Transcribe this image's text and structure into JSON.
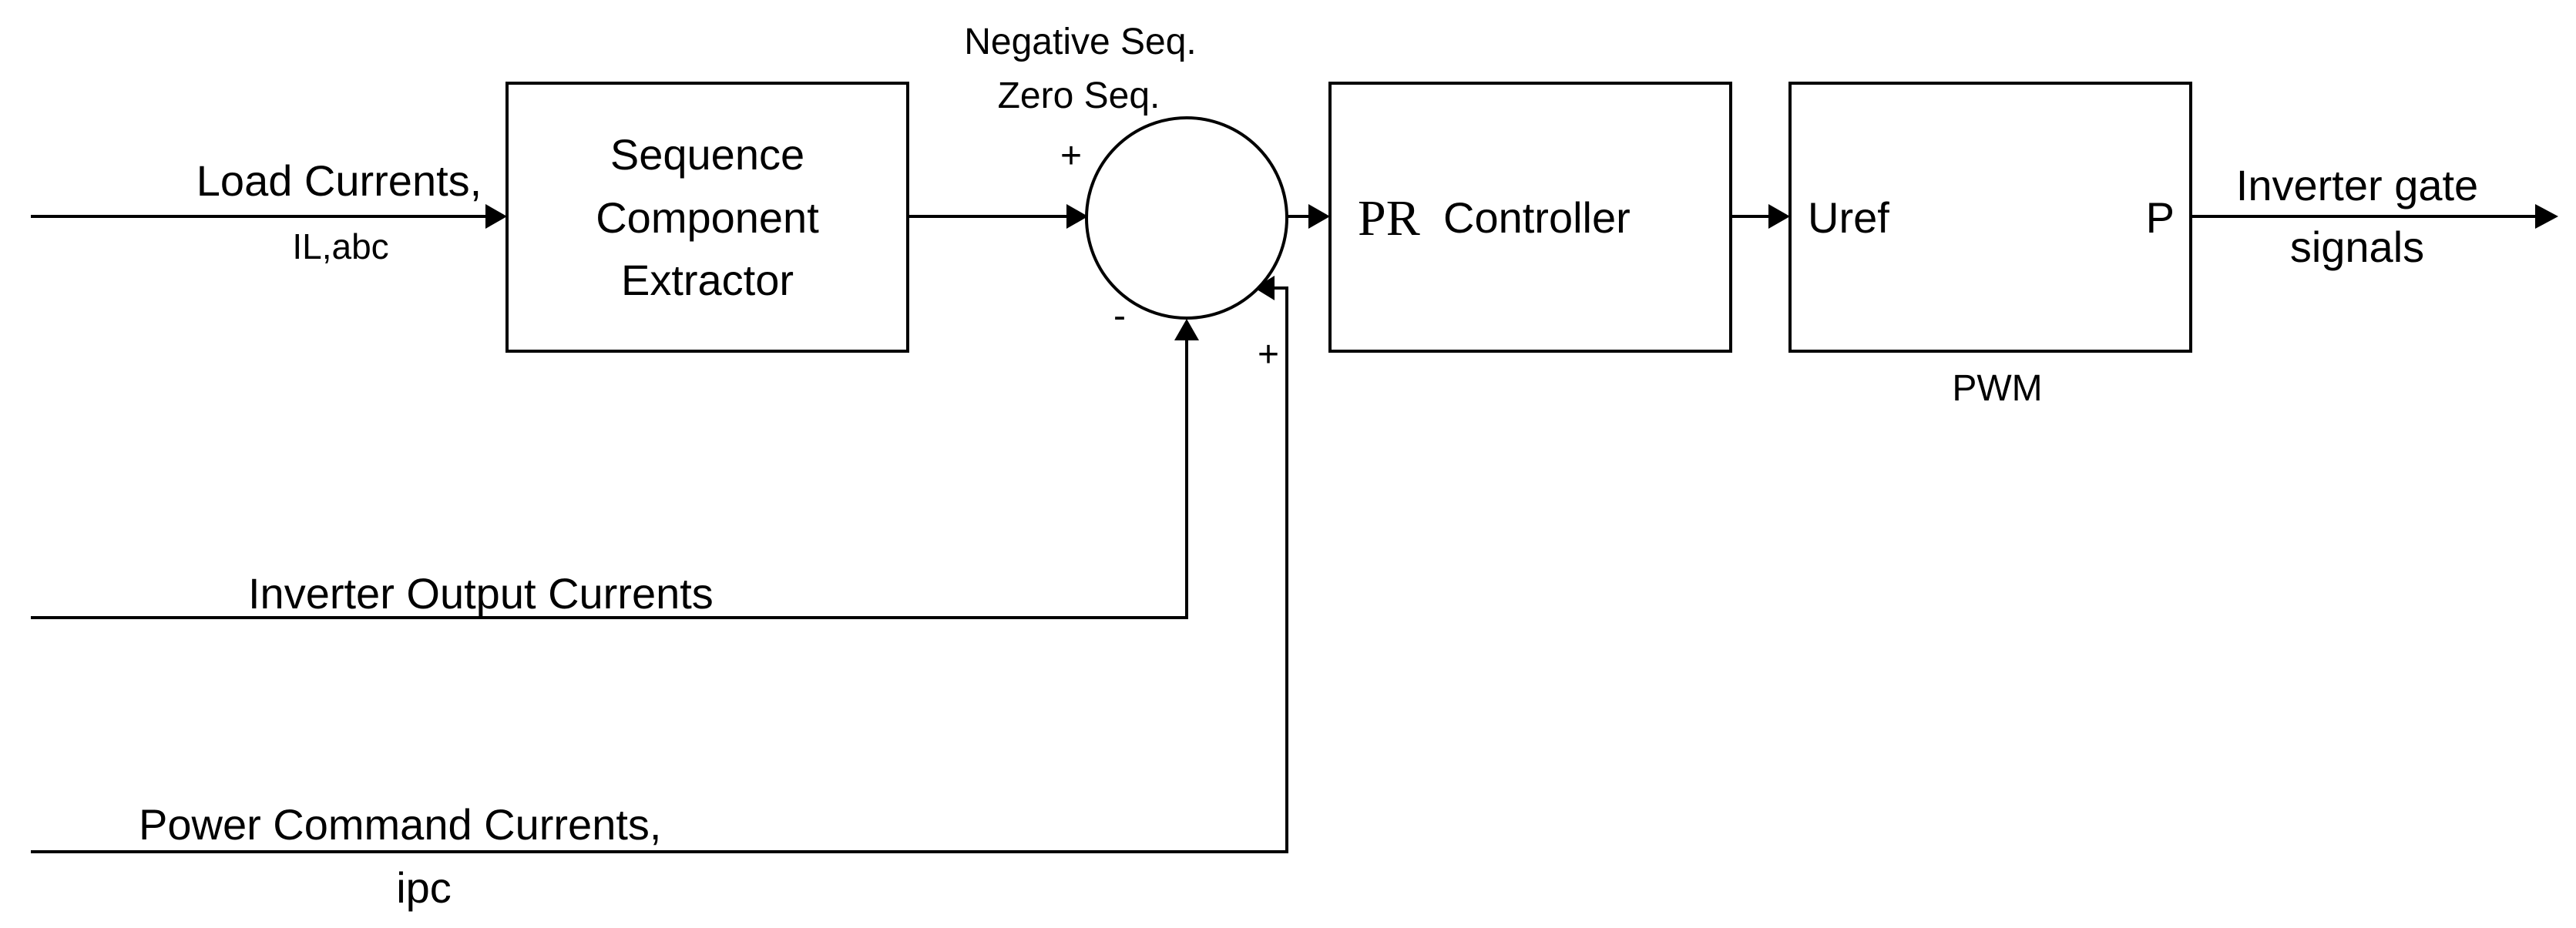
{
  "blocks": {
    "extractor": [
      "Sequence",
      "Component",
      "Extractor"
    ],
    "controller": {
      "prefix": "PR",
      "label": "Controller"
    },
    "pwm": {
      "input": "Uref",
      "output": "P",
      "caption": "PWM"
    }
  },
  "summing_junction": {
    "above": [
      "Negative Seq.",
      "Zero Seq."
    ],
    "sign_top": "+",
    "sign_bottom": "-",
    "sign_right": "+"
  },
  "signals": {
    "load_currents": [
      "Load Currents,",
      "IL,abc"
    ],
    "inverter_output": "Inverter Output Currents",
    "power_command": [
      "Power Command Currents,",
      "ipc"
    ],
    "output": [
      "Inverter gate",
      "signals"
    ]
  }
}
